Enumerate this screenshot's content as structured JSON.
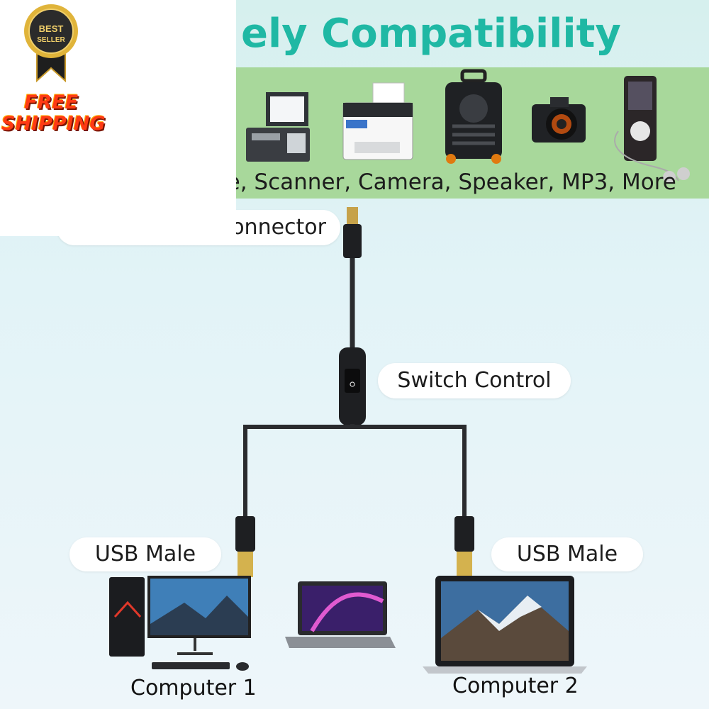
{
  "header": {
    "title": "ely Compatibility"
  },
  "devices": {
    "caption": "ne, Scanner, Camera, Speaker, MP3, More",
    "icons": [
      "scanner-icon",
      "printer-icon",
      "speaker-icon",
      "camera-icon",
      "mp3-player-icon"
    ]
  },
  "labels": {
    "connector": "onnector",
    "switch_control": "Switch Control",
    "usb_male_left": "USB Male",
    "usb_male_right": "USB Male",
    "computer_1": "Computer 1",
    "computer_2": "Computer 2"
  },
  "badges": {
    "best_seller_line1": "BEST",
    "best_seller_line2": "SELLER",
    "free_line1": "FREE",
    "free_line2": "SHIPPING"
  },
  "colors": {
    "title": "#1fb8a4",
    "band": "#a8d89b",
    "free_shipping": "#ff3a14",
    "medal": "#e0b43a"
  }
}
